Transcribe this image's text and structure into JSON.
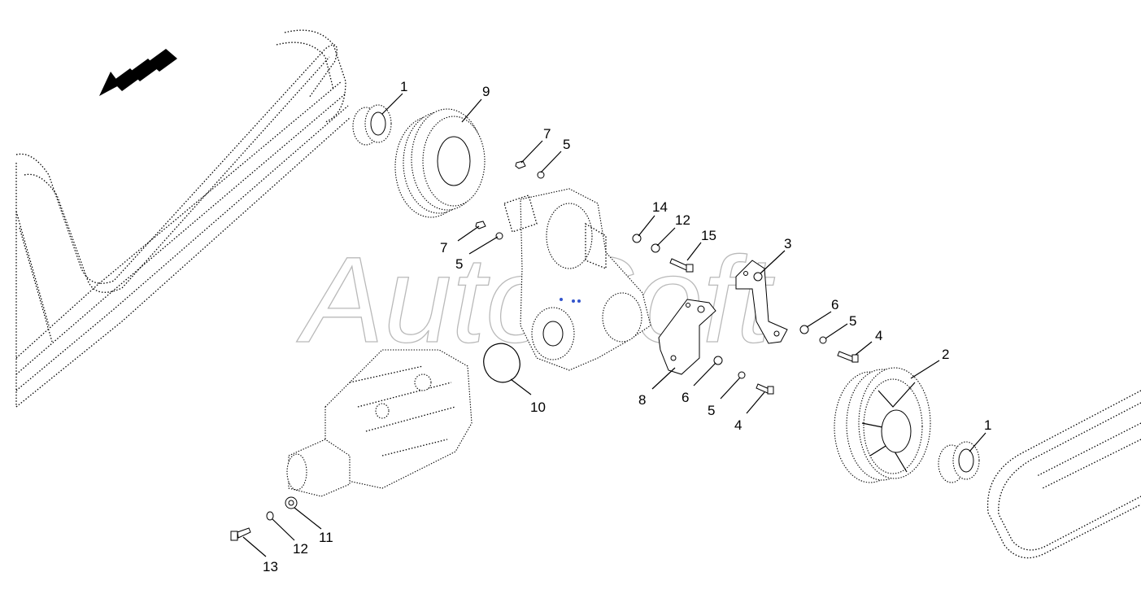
{
  "watermark": "AutoSoft",
  "colors": {
    "lines": "#000000",
    "watermark": "#b9b9b9",
    "background": "#ffffff",
    "marker": "#3355cc"
  },
  "callouts": [
    {
      "id": "c1a",
      "label": "1"
    },
    {
      "id": "c9",
      "label": "9"
    },
    {
      "id": "c7a",
      "label": "7"
    },
    {
      "id": "c5a",
      "label": "5"
    },
    {
      "id": "c7b",
      "label": "7"
    },
    {
      "id": "c5b",
      "label": "5"
    },
    {
      "id": "c14",
      "label": "14"
    },
    {
      "id": "c12a",
      "label": "12"
    },
    {
      "id": "c15",
      "label": "15"
    },
    {
      "id": "c3",
      "label": "3"
    },
    {
      "id": "c6a",
      "label": "6"
    },
    {
      "id": "c5c",
      "label": "5"
    },
    {
      "id": "c4a",
      "label": "4"
    },
    {
      "id": "c2",
      "label": "2"
    },
    {
      "id": "c1b",
      "label": "1"
    },
    {
      "id": "c8",
      "label": "8"
    },
    {
      "id": "c6b",
      "label": "6"
    },
    {
      "id": "c5d",
      "label": "5"
    },
    {
      "id": "c4b",
      "label": "4"
    },
    {
      "id": "c10",
      "label": "10"
    },
    {
      "id": "c11",
      "label": "11"
    },
    {
      "id": "c12b",
      "label": "12"
    },
    {
      "id": "c13",
      "label": "13"
    }
  ]
}
